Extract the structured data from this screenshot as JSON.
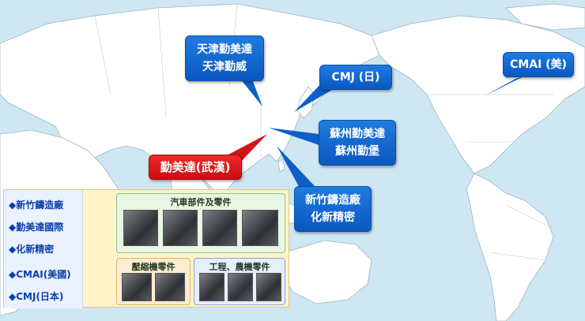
{
  "callouts": {
    "tianjin": [
      "天津勤美達",
      "天津勤威"
    ],
    "cmj_japan": "CMJ (日)",
    "cmai_usa": "CMAI (美)",
    "suzhou": [
      "蘇州勤美達",
      "蘇州勤堡"
    ],
    "wuhan": "勤美達(武漢)",
    "hsinchu": [
      "新竹鑄造廠",
      "化新精密"
    ]
  },
  "legend": {
    "items": [
      "◆新竹鑄造廠",
      "◆勤美達國際",
      "◆化新精密",
      "◆CMAI(美國)",
      "◆CMJ(日本)"
    ]
  },
  "panels": {
    "auto": "汽車部件及零件",
    "compressor": "壓縮機零件",
    "engineering": "工程、農機零件"
  },
  "colors": {
    "ocean": "#cfe6f3",
    "land": "#ffffff",
    "callout_blue": "#1a6fd8",
    "callout_red": "#e01a1c"
  }
}
